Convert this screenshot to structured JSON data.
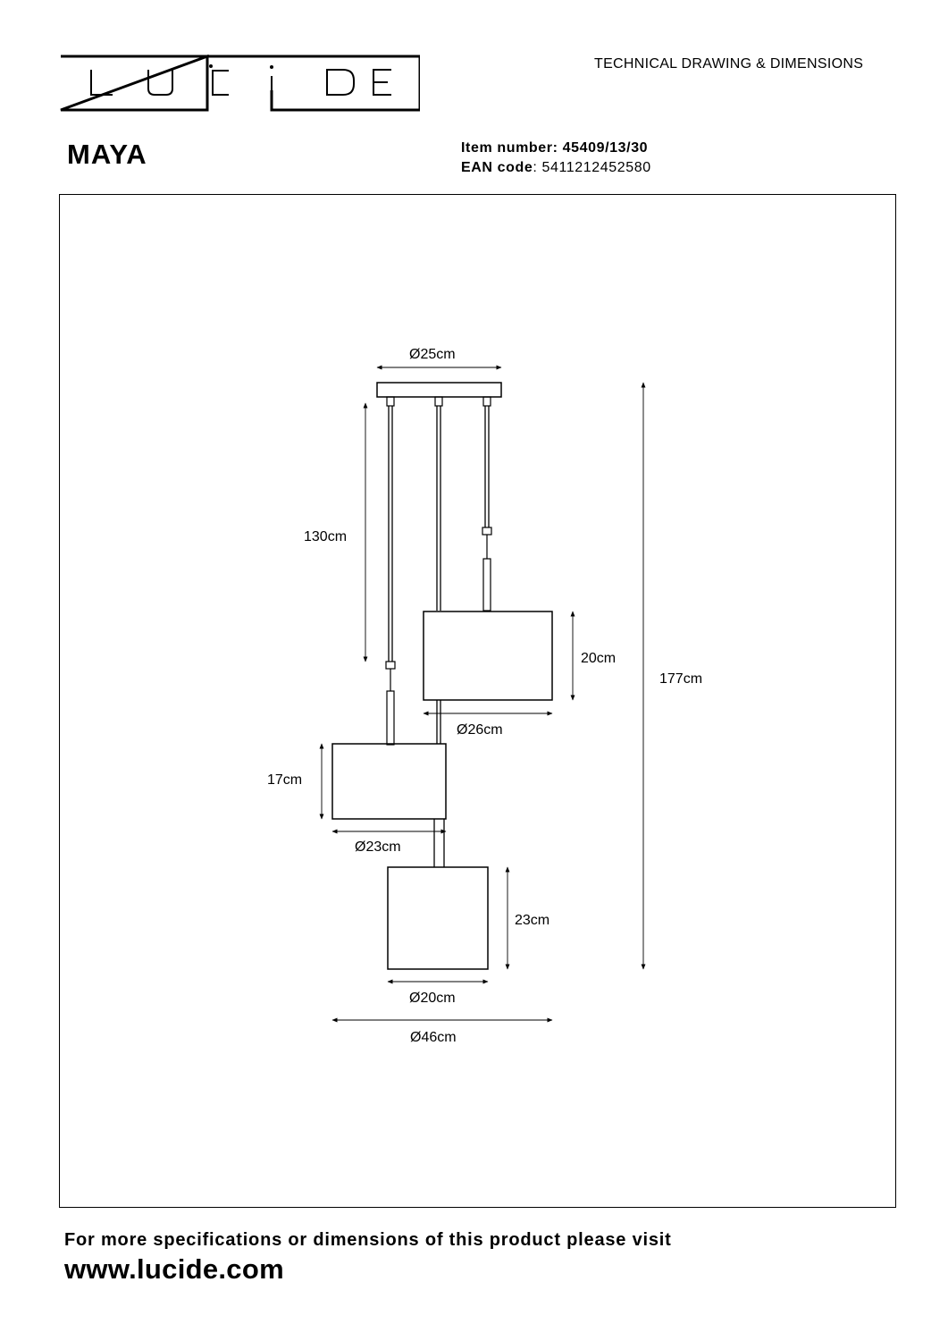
{
  "brand": {
    "name": "LUCIDE",
    "letters": [
      "L",
      "U",
      "C",
      "I",
      "D",
      "E"
    ]
  },
  "header": {
    "doc_type": "TECHNICAL DRAWING & DIMENSIONS",
    "product_name": "MAYA",
    "item_number_label": "Item number",
    "item_number": "45409/13/30",
    "ean_label": "EAN code",
    "ean": "5411212452580"
  },
  "dimensions": {
    "canopy_diameter": "Ø25cm",
    "cable_length": "130cm",
    "shade_upper_height": "20cm",
    "shade_upper_diameter": "Ø26cm",
    "total_height": "177cm",
    "shade_middle_height": "17cm",
    "shade_middle_diameter": "Ø23cm",
    "shade_lower_height": "23cm",
    "shade_lower_diameter": "Ø20cm",
    "overall_width": "Ø46cm"
  },
  "footer": {
    "text": "For more specifications or dimensions of this product please visit",
    "url": "www.lucide.com"
  }
}
